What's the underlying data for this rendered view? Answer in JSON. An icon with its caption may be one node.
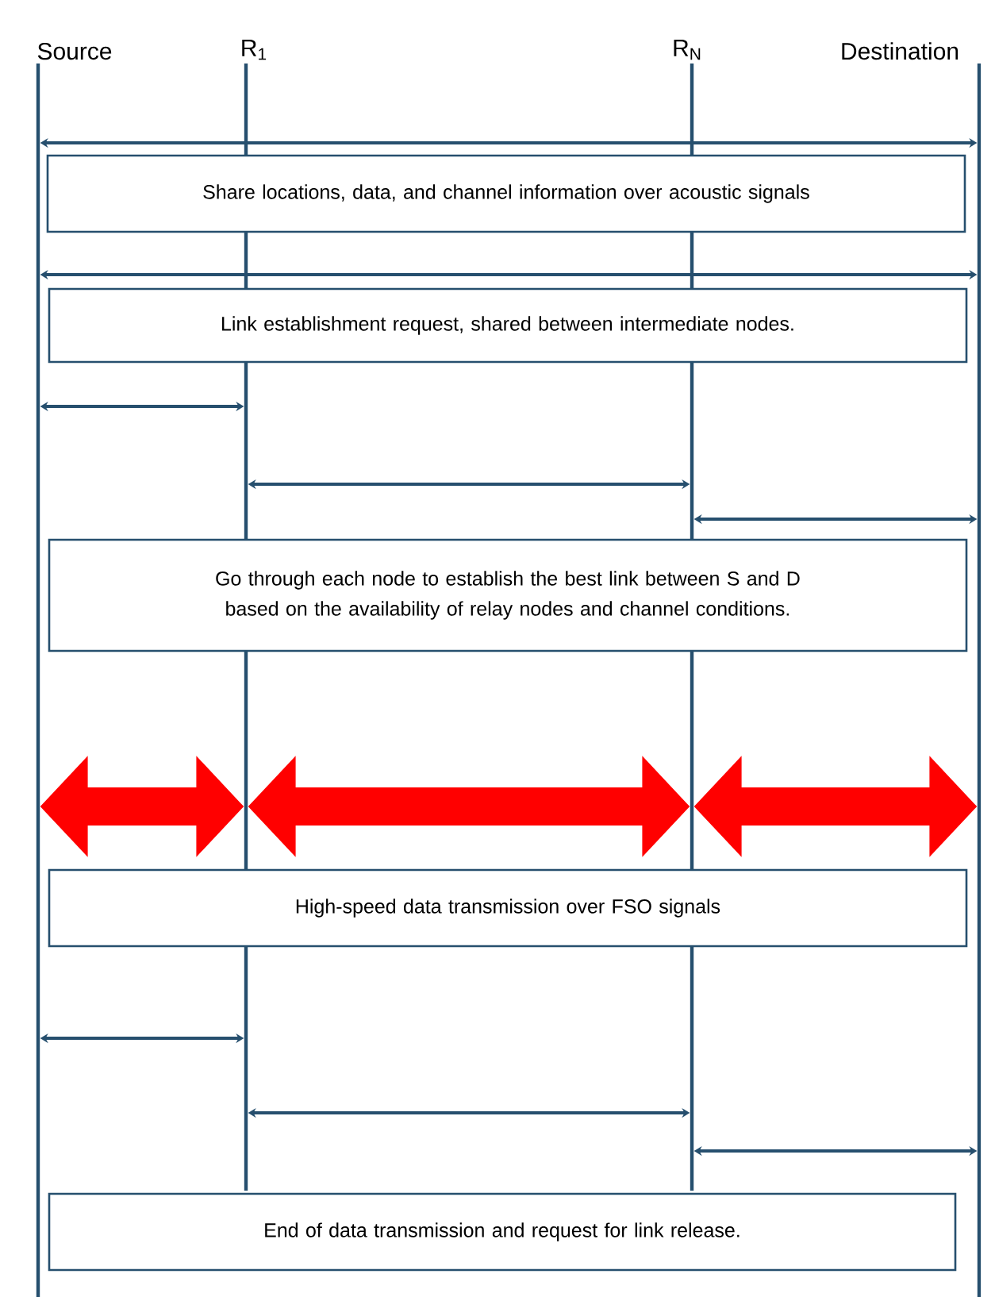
{
  "diagram": {
    "nodes": [
      {
        "text": [
          "Source"
        ]
      },
      {
        "text": [
          "R$_{1}$"
        ]
      },
      {
        "text": [
          "R$_{N}$"
        ]
      },
      {
        "text": [
          "Destination"
        ]
      },
      {
        "text": [
          "Share locations, data, and channel information over acoustic signals"
        ]
      },
      {
        "text": [
          "Link establishment request, shared between intermediate nodes."
        ]
      },
      {
        "text": [
          "Go through each node to establish the best link between S and D based on the availability of relay nodes and channel conditions."
        ]
      },
      {
        "text": [
          "High-speed data transmission over FSO signals"
        ]
      },
      {
        "text": [
          "End of data transmission and request for link release."
        ]
      }
    ],
    "edges": [
      {
        "from": 0,
        "to": 3,
        "arrow": "both"
      },
      {
        "from": 0,
        "to": 3,
        "arrow": "both"
      },
      {
        "from": 0,
        "to": 1,
        "arrow": "both"
      },
      {
        "from": 1,
        "to": 2,
        "arrow": "both"
      },
      {
        "from": 2,
        "to": 3,
        "arrow": "both"
      },
      {
        "from": 0,
        "to": 1,
        "arrow": "both",
        "style": "thick",
        "color": "#ff0000"
      },
      {
        "from": 1,
        "to": 2,
        "arrow": "both",
        "style": "thick",
        "color": "#ff0000"
      },
      {
        "from": 2,
        "to": 3,
        "arrow": "both",
        "style": "thick",
        "color": "#ff0000"
      },
      {
        "from": 0,
        "to": 1,
        "arrow": "both"
      },
      {
        "from": 1,
        "to": 2,
        "arrow": "both"
      },
      {
        "from": 2,
        "to": 3,
        "arrow": "both"
      }
    ]
  }
}
